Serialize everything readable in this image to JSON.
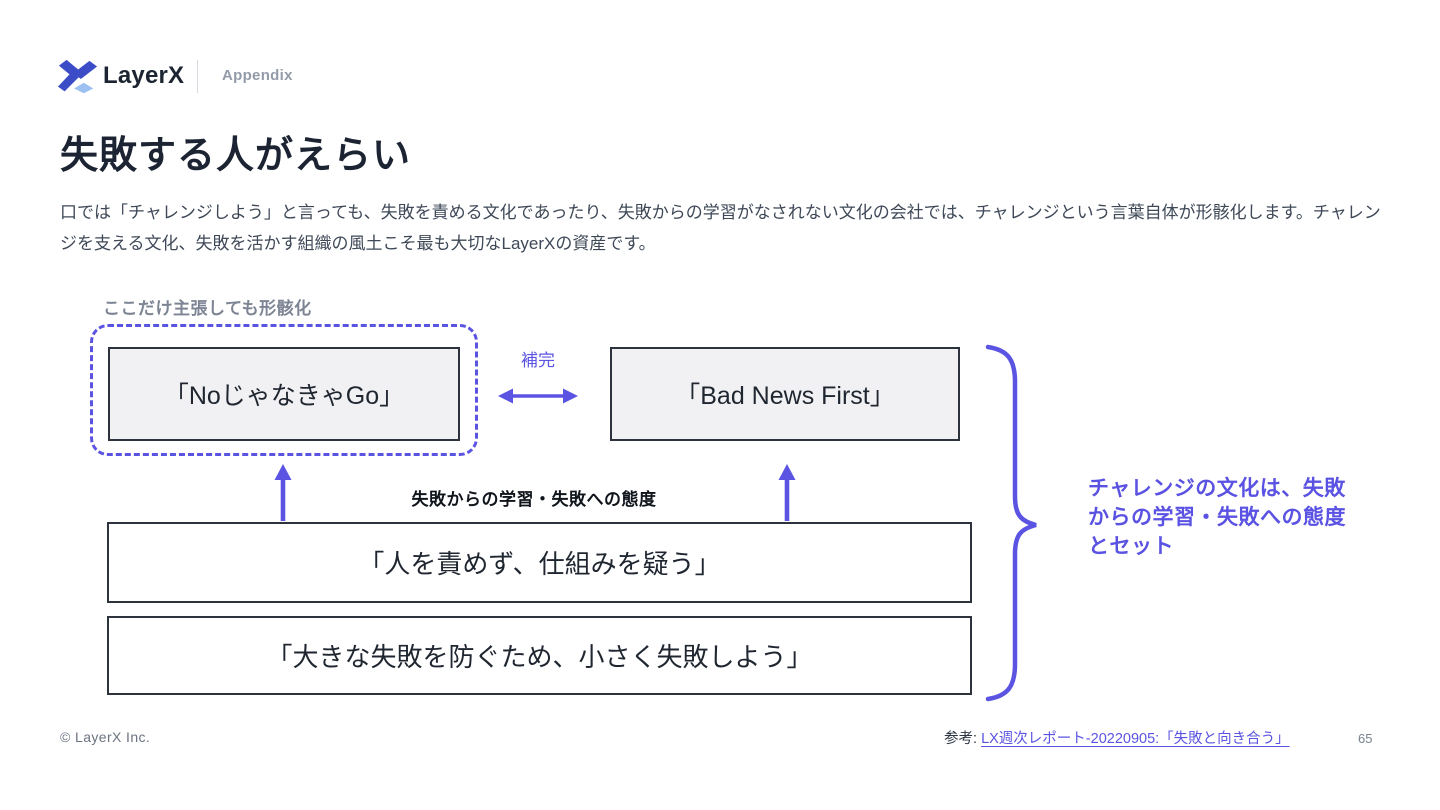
{
  "header": {
    "brand": "LayerX",
    "section": "Appendix"
  },
  "title": "失敗する人がえらい",
  "intro": "口では「チャレンジしよう」と言っても、失敗を責める文化であったり、失敗からの学習がなされない文化の会社では、チャレンジという言葉自体が形骸化します。チャレンジを支える文化、失敗を活かす組織の風土こそ最も大切なLayerXの資産です。",
  "diagram": {
    "annotation_top": "ここだけ主張しても形骸化",
    "box_no_go": "「NoじゃなきゃGo」",
    "relation_label": "補完",
    "box_bad_news": "「Bad News First」",
    "axis_label": "失敗からの学習・失敗への態度",
    "box_blame": "「人を責めず、仕組みを疑う」",
    "box_small_fail": "「大きな失敗を防ぐため、小さく失敗しよう」",
    "brace_note_lines": [
      "チャレンジの文化は、失敗",
      "からの学習・失敗への態度",
      "とセット"
    ]
  },
  "footer": {
    "copyright": "© LayerX Inc.",
    "reference_label": "参考: ",
    "reference_link": "LX週次レポート-20220905:「失敗と向き合う」",
    "page_number": "65"
  },
  "colors": {
    "accent": "#5b54e2",
    "ink": "#1c2433",
    "body_text": "#3e4857",
    "box_border": "#2d333c",
    "box_light_bg": "#f1f1f3",
    "muted_gray": "#7d8594",
    "logo_dark_blue": "#3b4cc6",
    "logo_light_blue": "#9cc0f2"
  }
}
